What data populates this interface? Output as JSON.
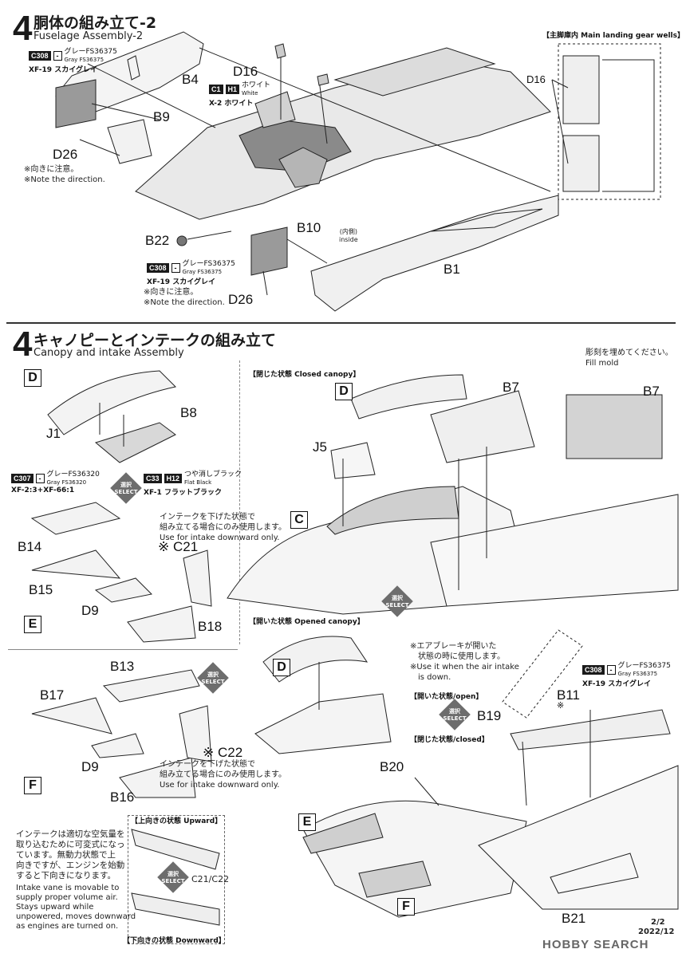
{
  "step1": {
    "number": "4",
    "title_jp": "胴体の組み立て-2",
    "title_en": "Fuselage Assembly-2",
    "inset_title": "【主脚庫内 Main landing gear wells】",
    "paint_b9": {
      "code": "C308",
      "tag": "-",
      "name": "グレーFS36375",
      "name_en": "Gray FS36375",
      "sub": "XF-19 スカイグレイ"
    },
    "paint_b10": {
      "code": "C308",
      "tag": "-",
      "name": "グレーFS36375",
      "name_en": "Gray FS36375",
      "sub": "XF-19 スカイグレイ"
    },
    "paint_white": {
      "code": "C1",
      "code2": "H1",
      "name": "ホワイト",
      "name_en": "White",
      "sub": "X-2 ホワイト"
    },
    "parts": {
      "d16": "D16",
      "b4": "B4",
      "b9": "B9",
      "d26a": "D26",
      "b22": "B22",
      "b10": "B10",
      "b1": "B1",
      "d26b": "D26",
      "d16_inset": "D16"
    },
    "note1_jp": "※向きに注意。",
    "note1_en": "※Note the direction.",
    "note2_jp": "※向きに注意。",
    "note2_en": "※Note the direction.",
    "inside_jp": "(内側)",
    "inside_en": "inside"
  },
  "step2": {
    "number": "4",
    "title_jp": "キャノピーとインテークの組み立て",
    "title_en": "Canopy and intake Assembly",
    "box_d": "D",
    "box_e": "E",
    "box_f": "F",
    "box_c": "C",
    "box_d2": "D",
    "box_d3": "D",
    "box_e2": "E",
    "box_f2": "F",
    "parts": {
      "j1": "J1",
      "b8": "B8",
      "b14": "B14",
      "b15": "B15",
      "c21": "※ C21",
      "d9a": "D9",
      "b18": "B18",
      "b13": "B13",
      "b17": "B17",
      "d9b": "D9",
      "c22": "※ C22",
      "b16": "B16",
      "b7": "B7",
      "j5": "J5",
      "b7_inset": "B7",
      "b11": "B11",
      "b11_mark": "※",
      "b19": "B19",
      "b20": "B20",
      "b21": "B21",
      "c21c22": "C21/C22"
    },
    "paint_c307": {
      "code": "C307",
      "tag": "-",
      "name": "グレーFS36320",
      "name_en": "Gray FS36320",
      "sub": "XF-2:3+XF-66:1"
    },
    "paint_c33": {
      "code": "C33",
      "code2": "H12",
      "name": "つや消しブラック",
      "name_en": "Flat Black",
      "sub": "XF-1 フラットブラック"
    },
    "paint_b11": {
      "code": "C308",
      "tag": "-",
      "name": "グレーFS36375",
      "name_en": "Gray FS36375",
      "sub": "XF-19 スカイグレイ"
    },
    "select_label_jp": "選択",
    "select_label_en": "SELECT",
    "intake_note_c21_jp1": "インテークを下げた状態で",
    "intake_note_c21_jp2": "組み立てる場合にのみ使用します。",
    "intake_note_c21_en": "Use for intake downward only.",
    "intake_note_c22_jp1": "インテークを下げた状態で",
    "intake_note_c22_jp2": "組み立てる場合にのみ使用します。",
    "intake_note_c22_en": "Use for intake downward only.",
    "fill_mold_jp": "彫刻を埋めてください。",
    "fill_mold_en": "Fill mold",
    "closed_canopy": "【閉じた状態 Closed canopy】",
    "opened_canopy": "【開いた状態 Opened canopy】",
    "airbrake_note_jp1": "※エアブレーキが開いた",
    "airbrake_note_jp2": "　状態の時に使用します。",
    "airbrake_note_en1": "※Use it when the air intake",
    "airbrake_note_en2": "　is down.",
    "open_label": "【開いた状態/open】",
    "closed_label": "【閉じた状態/closed】",
    "upward_label": "【上向きの状態 Upward】",
    "downward_label": "【下向きの状態 Downward】",
    "vane_note_jp": [
      "インテークは適切な空気量を",
      "取り込むために可変式になっ",
      "ています。無動力状態で上",
      "向きですが、エンジンを始動",
      "すると下向きになります。"
    ],
    "vane_note_en": [
      "Intake vane is movable to",
      "supply proper volume air.",
      "Stays upward while",
      "unpowered, moves downward",
      "as engines are turned on."
    ],
    "page": "2/2",
    "date": "2022/12"
  },
  "watermark": "HOBBY SEARCH"
}
